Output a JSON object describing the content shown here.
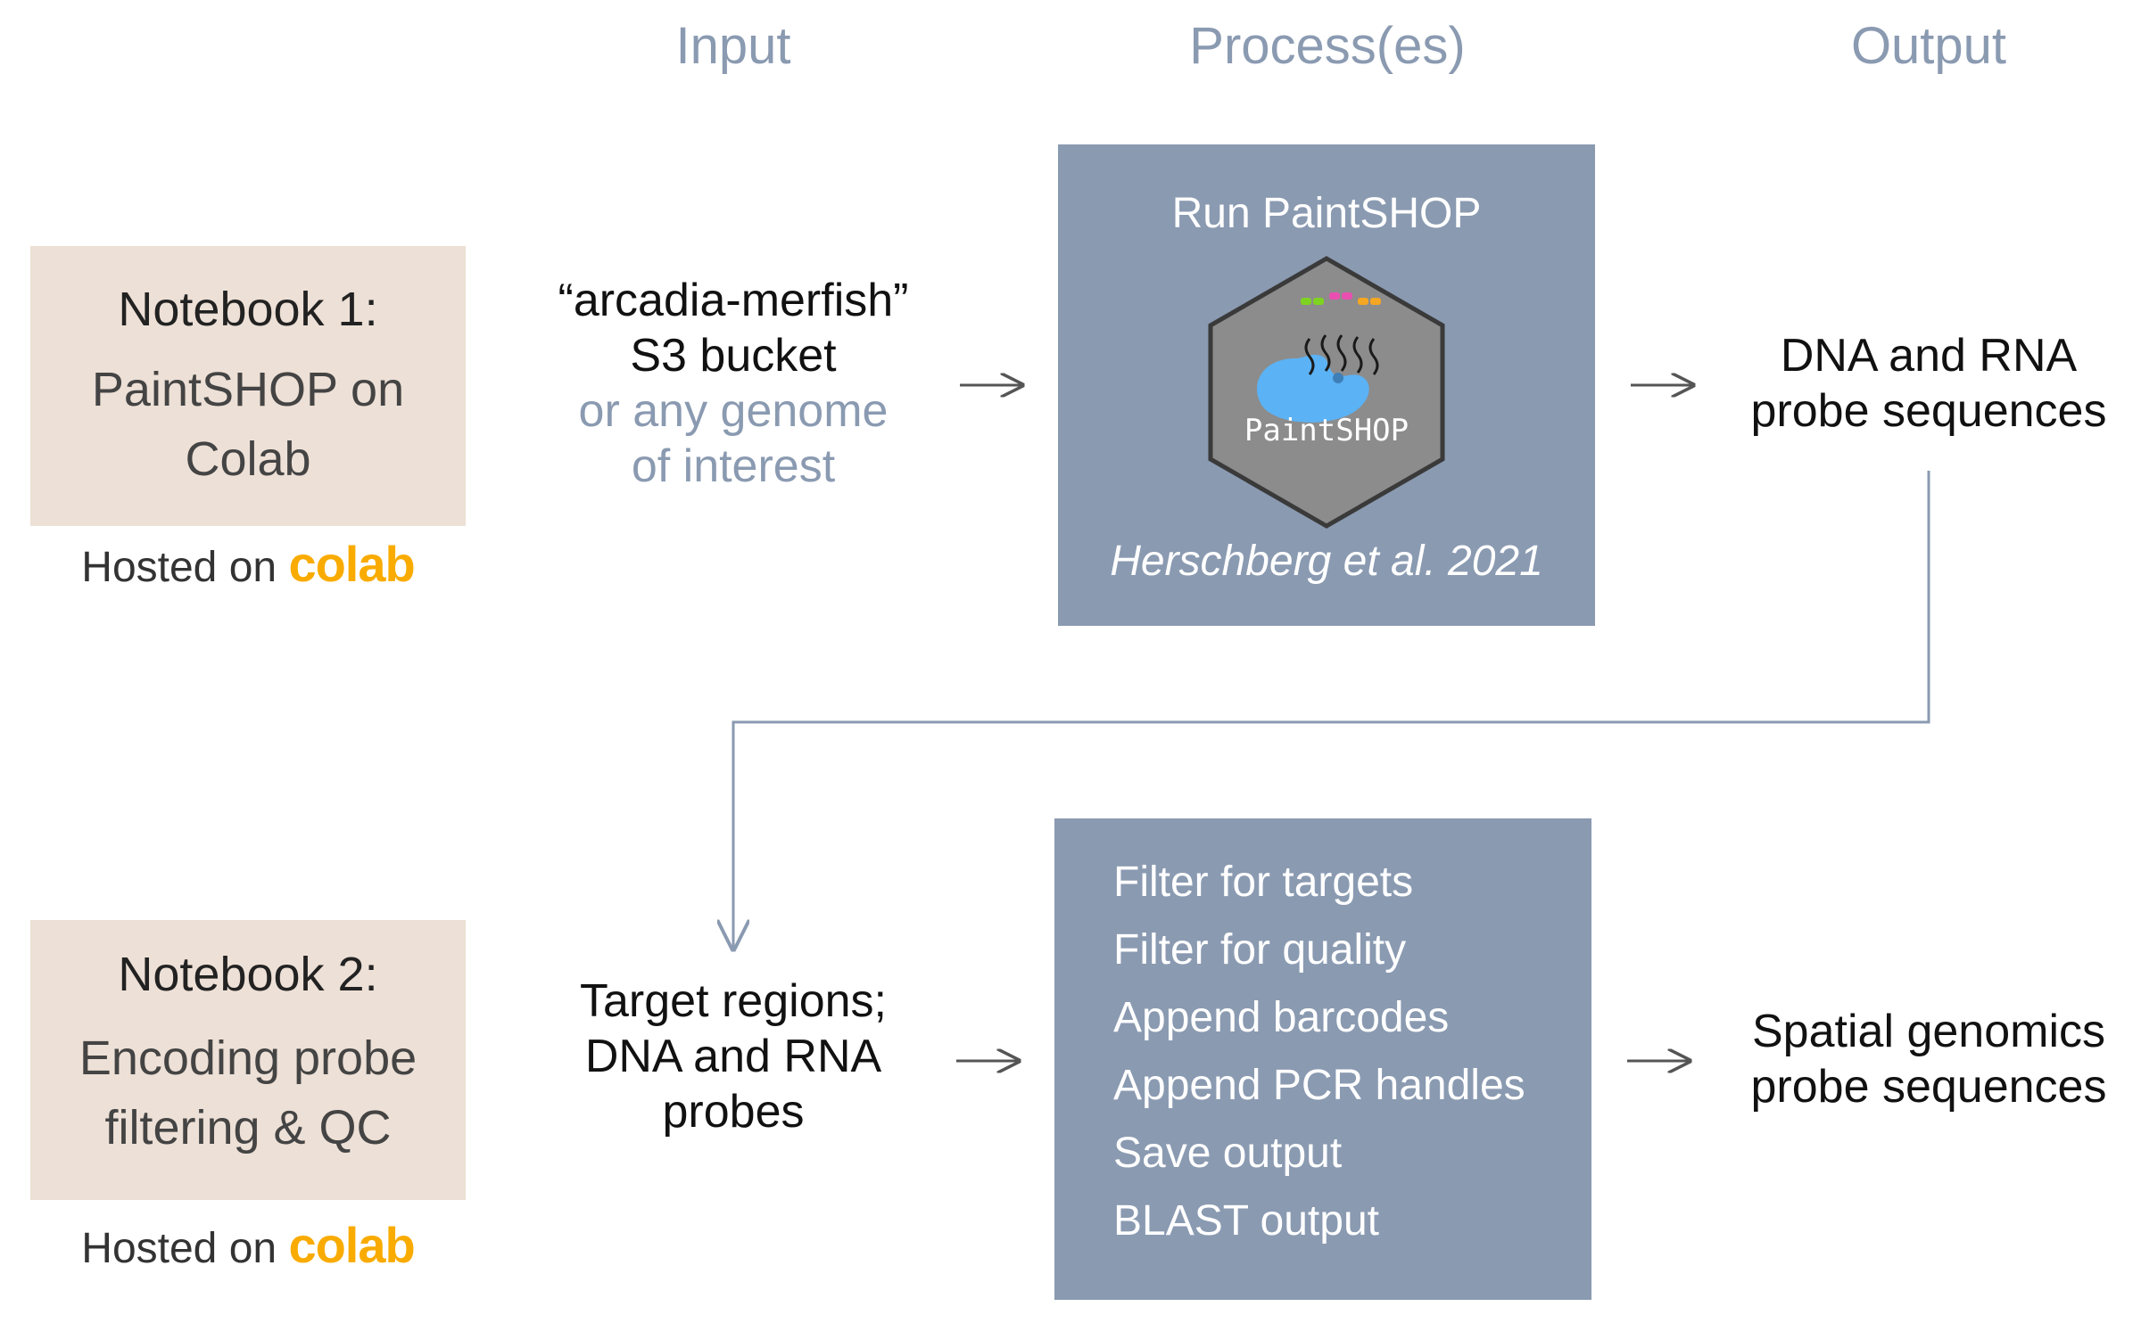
{
  "columns": {
    "input": "Input",
    "process": "Process(es)",
    "output": "Output"
  },
  "notebook1": {
    "title": "Notebook 1:",
    "subtitle_line1": "PaintSHOP on",
    "subtitle_line2": "Colab",
    "hosted_prefix": "Hosted on",
    "hosted_brand": "colab"
  },
  "notebook2": {
    "title": "Notebook 2:",
    "subtitle_line1": "Encoding probe",
    "subtitle_line2": "filtering & QC",
    "hosted_prefix": "Hosted on",
    "hosted_brand": "colab"
  },
  "row1": {
    "input_line1": "“arcadia-merfish”",
    "input_line2": "S3 bucket",
    "input_alt_line1": "or any genome",
    "input_alt_line2": "of interest",
    "process_title": "Run PaintSHOP",
    "logo_text": "PaintSHOP",
    "citation": "Herschberg et al. 2021",
    "output_line1": "DNA and RNA",
    "output_line2": "probe sequences"
  },
  "row2": {
    "input_line1": "Target regions;",
    "input_line2": "DNA and RNA",
    "input_line3": "probes",
    "steps": [
      "Filter for targets",
      "Filter for quality",
      "Append barcodes",
      "Append PCR handles",
      "Save output",
      "BLAST output"
    ],
    "output_line1": "Spatial genomics",
    "output_line2": "probe sequences"
  },
  "colors": {
    "process_box": "#8a9ab1",
    "notebook_box": "#ede0d6",
    "colab_brand": "#f9ab00",
    "header_text": "#8a9ab1",
    "logo_hex": "#8c8c8c",
    "logo_palette": "#5bb2f5"
  }
}
